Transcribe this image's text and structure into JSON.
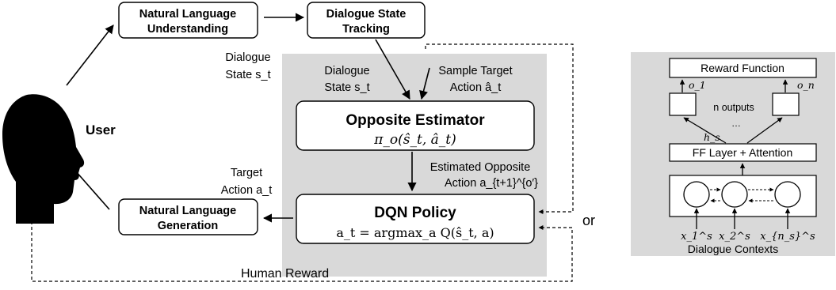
{
  "nodes": {
    "nlu": {
      "line1": "Natural Language",
      "line2": "Understanding"
    },
    "dst": {
      "line1": "Dialogue State",
      "line2": "Tracking"
    },
    "nlg": {
      "line1": "Natural Language",
      "line2": "Generation"
    },
    "user": {
      "label": "User"
    },
    "opposite_estimator": {
      "title": "Opposite Estimator",
      "formula": "π_o(ŝ_t, â_t)"
    },
    "dqn_policy": {
      "title": "DQN Policy",
      "formula": "a_t = argmax_a Q(ŝ_t, a)"
    }
  },
  "labels": {
    "dialogue_state_outer": {
      "line1": "Dialogue",
      "line2": "State s_t"
    },
    "target_action": {
      "line1": "Target",
      "line2": "Action a_t"
    },
    "dialogue_state_inner": {
      "line1": "Dialogue",
      "line2": "State s_t"
    },
    "sample_target_action": {
      "line1": "Sample Target",
      "line2": "Action â_t"
    },
    "estimated_opposite_action": {
      "line1": "Estimated Opposite",
      "line2": "Action a_{t+1}^{o′}"
    },
    "human_reward": "Human Reward",
    "or": "or"
  },
  "reward_model": {
    "reward_function": "Reward Function",
    "output_1": "o_1",
    "output_n": "o_n",
    "n_outputs": "n outputs",
    "dots": "…",
    "hidden": "h_s",
    "ff_layer": "FF Layer + Attention",
    "inputs": [
      "x_1^s",
      "x_2^s",
      "x_{n_s}^s"
    ],
    "contexts_label": "Dialogue Contexts"
  },
  "colors": {
    "panel_gray": "#d9d9d9",
    "ink": "#000000",
    "box_fill": "#ffffff"
  }
}
